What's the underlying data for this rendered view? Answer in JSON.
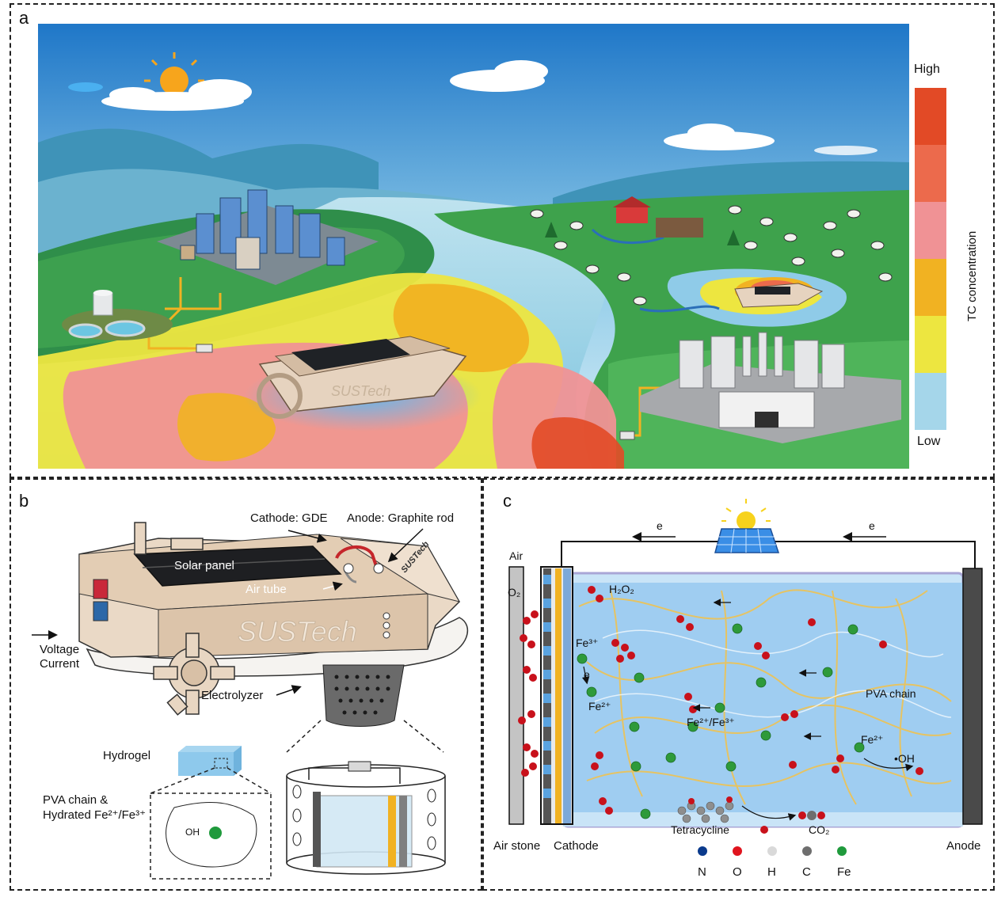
{
  "panel_a": {
    "label": "a",
    "legend": {
      "title": "TC concentration",
      "high": "High",
      "low": "Low",
      "colors": [
        "#e24a26",
        "#ec6a4c",
        "#f09295",
        "#f1b222",
        "#ede640",
        "#a5d6ea"
      ]
    },
    "boat_brand": "SUSTech"
  },
  "panel_b": {
    "label": "b",
    "cathode": "Cathode: GDE",
    "anode": "Anode: Graphite rod",
    "solar_panel": "Solar panel",
    "air_tube": "Air tube",
    "brand": "SUSTech",
    "voltage": "Voltage",
    "current": "Current",
    "electrolyzer": "Electrolyzer",
    "hydrogel": "Hydrogel",
    "pva_line1": "PVA chain &",
    "pva_line2": "Hydrated Fe²⁺/Fe³⁺",
    "oh": "OH"
  },
  "panel_c": {
    "label": "c",
    "e_left": "e",
    "e_right": "e",
    "air": "Air",
    "o2": "O₂",
    "h2o2": "H₂O₂",
    "fe3": "Fe³⁺",
    "e_mid": "e",
    "fe2": "Fe²⁺",
    "fe23": "Fe²⁺/Fe³⁺",
    "pva_chain": "PVA chain",
    "fe2_right": "Fe²⁺",
    "oh_radical": "•OH",
    "tetracycline": "Tetracycline",
    "co2": "CO₂",
    "air_stone": "Air stone",
    "cathode": "Cathode",
    "anode": "Anode",
    "legend": [
      {
        "label": "N",
        "color": "#0a3a8c"
      },
      {
        "label": "O",
        "color": "#e0141e"
      },
      {
        "label": "H",
        "color": "#d9d9d9"
      },
      {
        "label": "C",
        "color": "#6e6e6e"
      },
      {
        "label": "Fe",
        "color": "#1f9a3c"
      }
    ]
  }
}
